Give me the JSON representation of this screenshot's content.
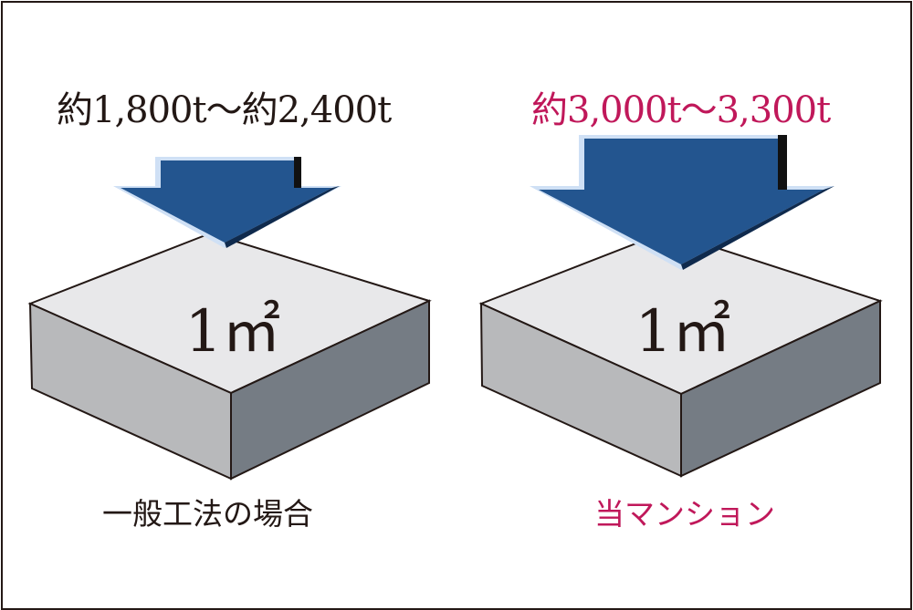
{
  "colors": {
    "frame": "#231815",
    "text_dark": "#231815",
    "text_accent": "#c0185a",
    "arrow_fill": "#23558f",
    "arrow_highlight": "#cfe0f5",
    "block_top": "#e8e8ea",
    "block_left": "#b8b9bb",
    "block_right": "#757c84"
  },
  "left": {
    "load_label": "約1,800t〜約2,400t",
    "unit_label": "1㎡",
    "caption": "一般工法の場合",
    "icon": "down-arrow-icon"
  },
  "right": {
    "load_label": "約3,000t〜3,300t",
    "unit_label": "1㎡",
    "caption": "当マンション",
    "icon": "down-arrow-icon"
  }
}
